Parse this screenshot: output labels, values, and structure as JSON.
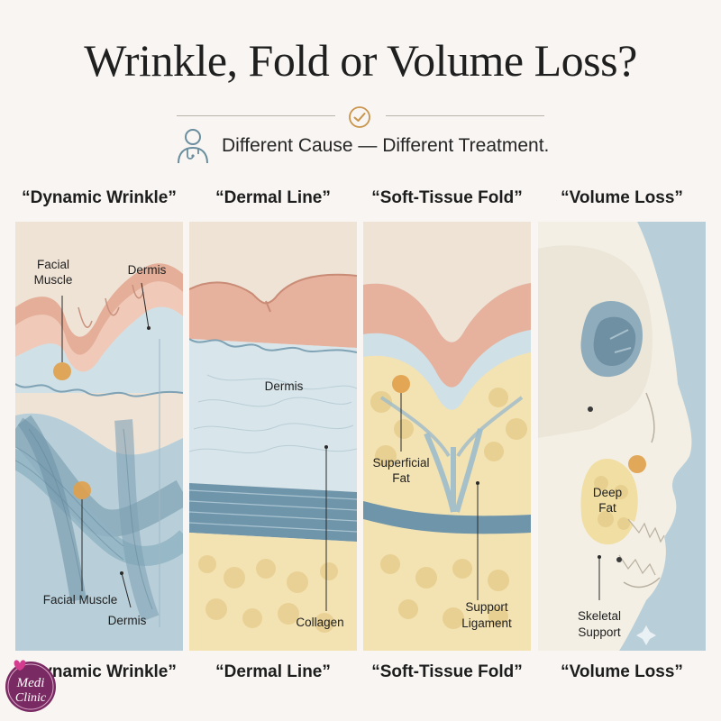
{
  "title": "Wrinkle, Fold or Volume Loss?",
  "subtitle": "Different Cause — Different Treatment.",
  "panels": [
    {
      "label_top": "“Dynamic Wrinkle”",
      "label_bottom": "“Dynamic Wrinkle”",
      "annotations": {
        "facial_muscle_top_1": "Facial",
        "facial_muscle_top_2": "Muscle",
        "dermis_top": "Dermis",
        "facial_muscle_bottom": "Facial Muscle",
        "dermis_bottom": "Dermis"
      }
    },
    {
      "label_top": "“Dermal Line”",
      "label_bottom": "“Dermal Line”",
      "annotations": {
        "dermis": "Dermis",
        "collagen": "Collagen"
      }
    },
    {
      "label_top": "“Soft-Tissue Fold”",
      "label_bottom": "“Soft-Tissue Fold”",
      "annotations": {
        "superficial_fat_1": "Superficial",
        "superficial_fat_2": "Fat",
        "support_ligament_1": "Support",
        "support_ligament_2": "Ligament"
      }
    },
    {
      "label_top": "“Volume Loss”",
      "label_bottom": "“Volume Loss”",
      "annotations": {
        "deep_fat_1": "Deep",
        "deep_fat_2": "Fat",
        "skeletal_support_1": "Skeletal",
        "skeletal_support_2": "Support"
      }
    }
  ],
  "logo": {
    "line1": "Medi",
    "line2": "Clinic"
  },
  "icons": [
    "check-circle-icon",
    "doctor-icon"
  ],
  "colors": {
    "skin": "#e9b8a4",
    "dermis": "#cfe0e6",
    "muscle": "#9dbccb",
    "fat": "#f1dea3",
    "bone": "#f3efe4",
    "marker": "#e0a04a",
    "logo": "#7a2a62"
  }
}
